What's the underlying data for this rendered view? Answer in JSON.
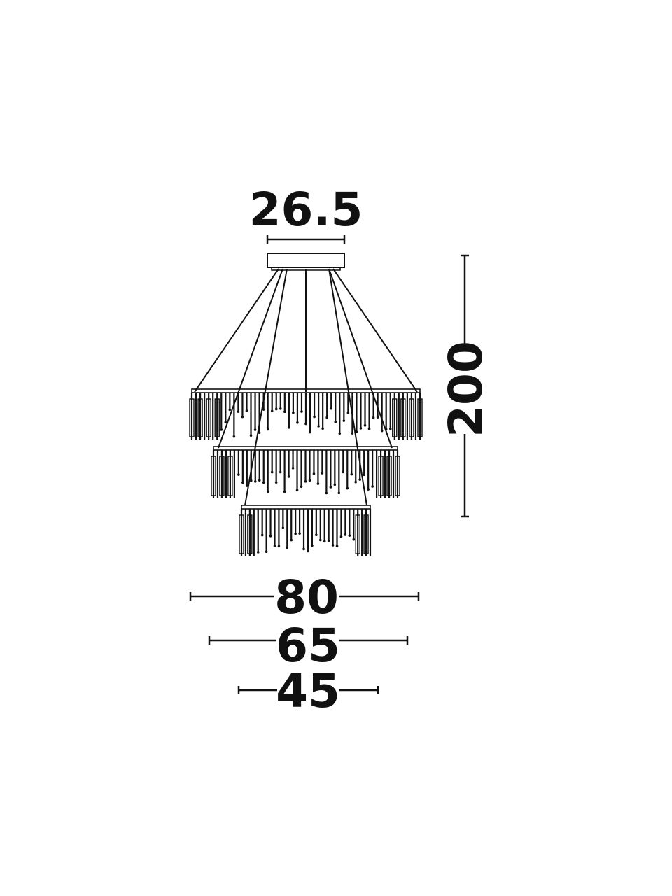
{
  "dimensions": {
    "canopy_diameter": "26.5",
    "total_height": "200",
    "tier1_diameter": "80",
    "tier2_diameter": "65",
    "tier3_diameter": "45"
  },
  "colors": {
    "line": "#111111",
    "background": "#ffffff"
  }
}
